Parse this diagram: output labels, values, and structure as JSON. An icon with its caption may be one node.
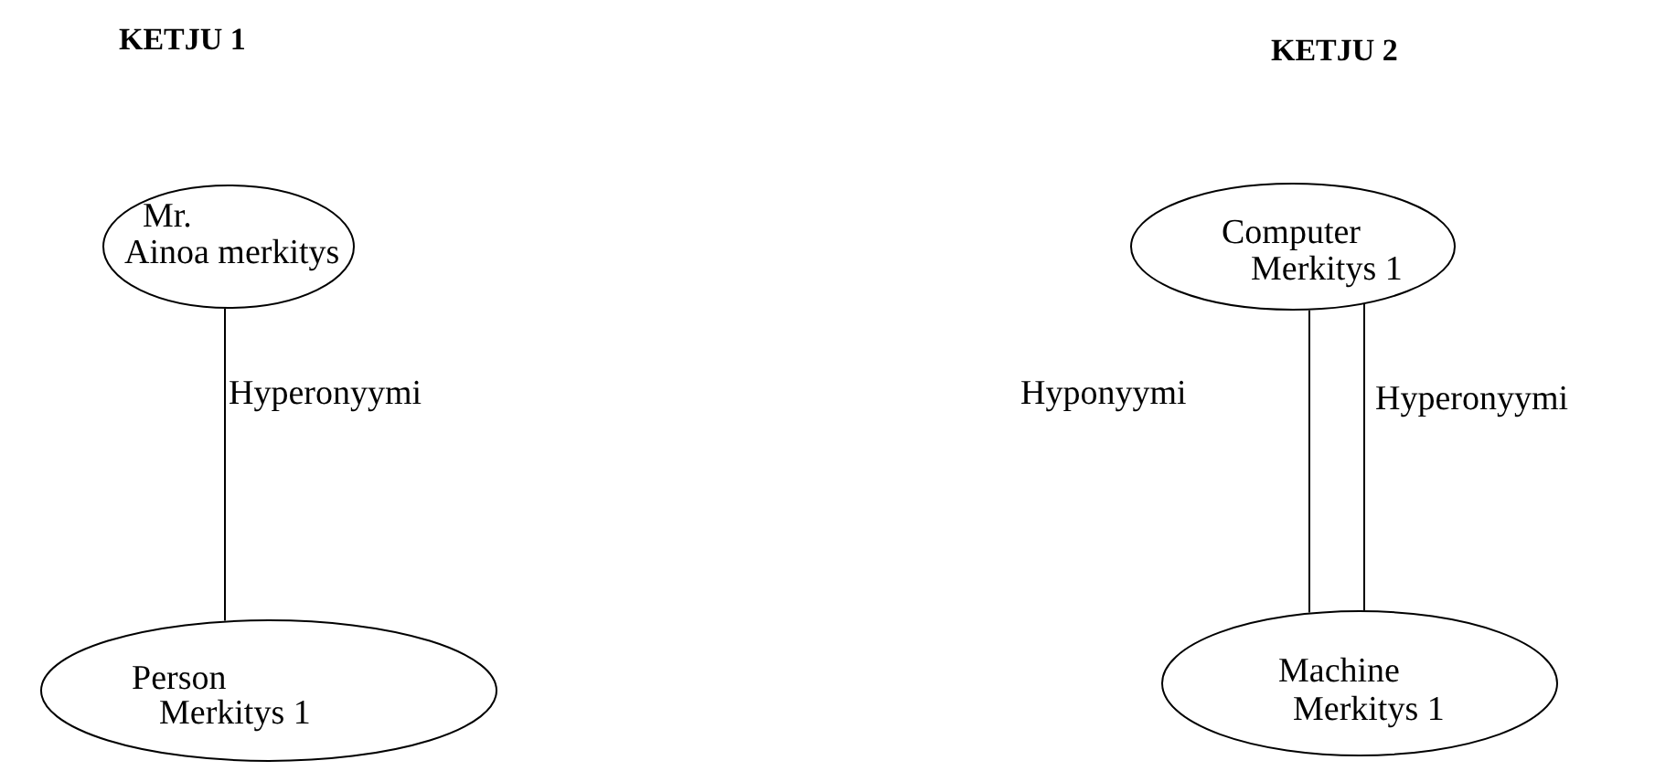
{
  "diagram": {
    "nodes": [
      {
        "text": [
          "Mr.",
          "Ainoa merkitys"
        ]
      },
      {
        "text": [
          "Person",
          "Merkitys 1"
        ]
      },
      {
        "text": [
          "Computer",
          "Merkitys 1"
        ]
      },
      {
        "text": [
          "Machine",
          "Merkitys 1"
        ]
      }
    ],
    "edges": [
      {
        "from": 0,
        "to": 1,
        "arrow": "none",
        "label": "Hyperonyymi"
      },
      {
        "from": 2,
        "to": 3,
        "arrow": "none",
        "label": "Hyponyymi"
      },
      {
        "from": 2,
        "to": 3,
        "arrow": "none",
        "label": "Hyperonyymi"
      }
    ],
    "labels": [
      "KETJU 1",
      "KETJU 2"
    ]
  }
}
